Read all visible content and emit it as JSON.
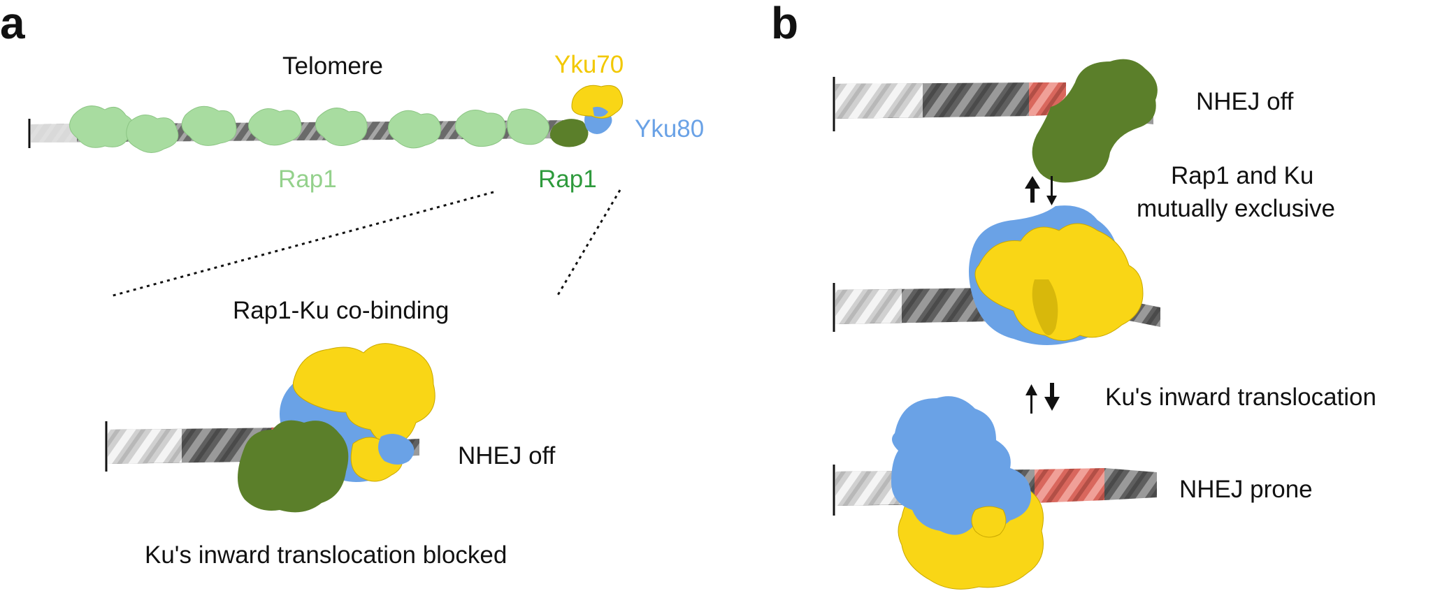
{
  "panel_a": {
    "letter": "a",
    "telomere_label": "Telomere",
    "yku70_label": "Yku70",
    "yku80_label": "Yku80",
    "rap1_label_light": "Rap1",
    "rap1_label_dark": "Rap1",
    "cobinding_label": "Rap1-Ku co-binding",
    "nhej_label": "NHEJ off",
    "blocked_label": "Ku's inward translocation blocked"
  },
  "panel_b": {
    "letter": "b",
    "nhej_off_label": "NHEJ off",
    "exclusive_line1": "Rap1 and Ku",
    "exclusive_line2": "mutually exclusive",
    "translocation_label": "Ku's inward translocation",
    "nhej_prone_label": "NHEJ prone"
  },
  "colors": {
    "rap1_light": "#a8dca0",
    "rap1_dark": "#5b7f2a",
    "rap1_label_dark": "#2e9a3c",
    "yku70": "#f9d616",
    "yku80": "#6aa2e6",
    "dna_dark": "#6e6e6e",
    "dna_light": "#d8d8d8",
    "binding_site": "#e0776d"
  }
}
